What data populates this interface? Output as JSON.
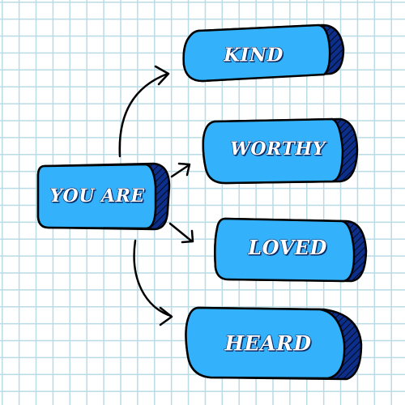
{
  "diagram": {
    "root": {
      "label": "YOU ARE"
    },
    "branches": [
      {
        "label": "KIND"
      },
      {
        "label": "WORTHY"
      },
      {
        "label": "LOVED"
      },
      {
        "label": "HEARD"
      }
    ]
  },
  "colors": {
    "node_fill": "#33b1fb",
    "node_shadow": "#0d2f8c",
    "outline": "#000000",
    "grid": "#b9dbe6",
    "background": "#ffffff"
  }
}
